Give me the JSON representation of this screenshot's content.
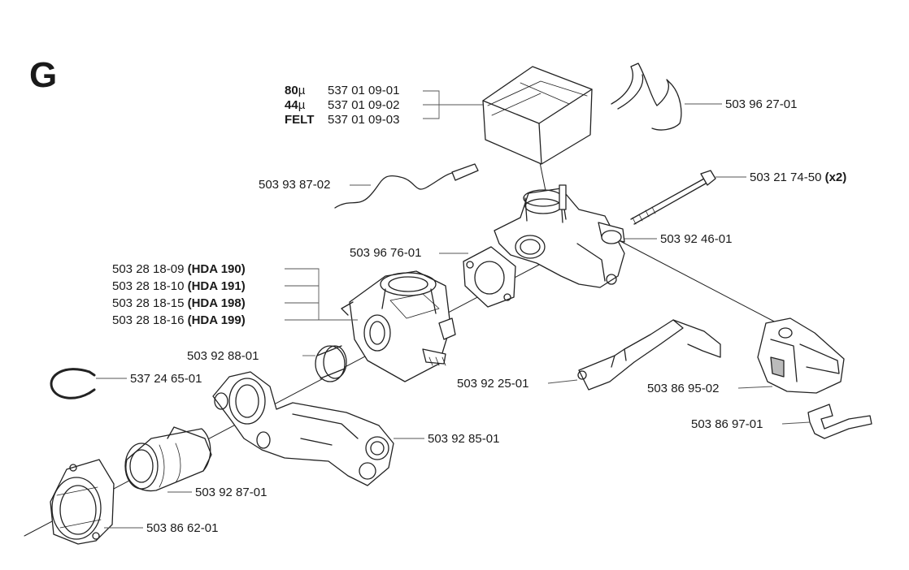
{
  "section_letter": "G",
  "filter_group": {
    "rows": [
      {
        "prefix": "80",
        "unit": "µ",
        "part": "537 01 09-01"
      },
      {
        "prefix": "44",
        "unit": "µ",
        "part": "537 01 09-02"
      },
      {
        "prefix": "FELT",
        "unit": "",
        "part": "537 01 09-03"
      }
    ]
  },
  "carburetor_group": {
    "rows": [
      {
        "part": "503 28 18-09",
        "model": "(HDA 190)"
      },
      {
        "part": "503 28 18-10",
        "model": "(HDA 191)"
      },
      {
        "part": "503 28 18-15",
        "model": "(HDA 198)"
      },
      {
        "part": "503 28 18-16",
        "model": "(HDA 199)"
      }
    ]
  },
  "labels": {
    "clip_spring": "503 96 27-01",
    "bolt": "503 21 74-50",
    "bolt_qty": "(x2)",
    "wire_rod": "503 93 87-02",
    "bushing": "503 92 46-01",
    "gasket": "503 96 76-01",
    "ring_seal": "503 92 88-01",
    "circlip": "537 24 65-01",
    "throttle_link": "503 92 25-01",
    "side_cover": "503 86 95-02",
    "spring_plate": "503 86 97-01",
    "intake_manifold": "503 92 85-01",
    "rubber_boot": "503 92 87-01",
    "flange": "503 86 62-01"
  }
}
